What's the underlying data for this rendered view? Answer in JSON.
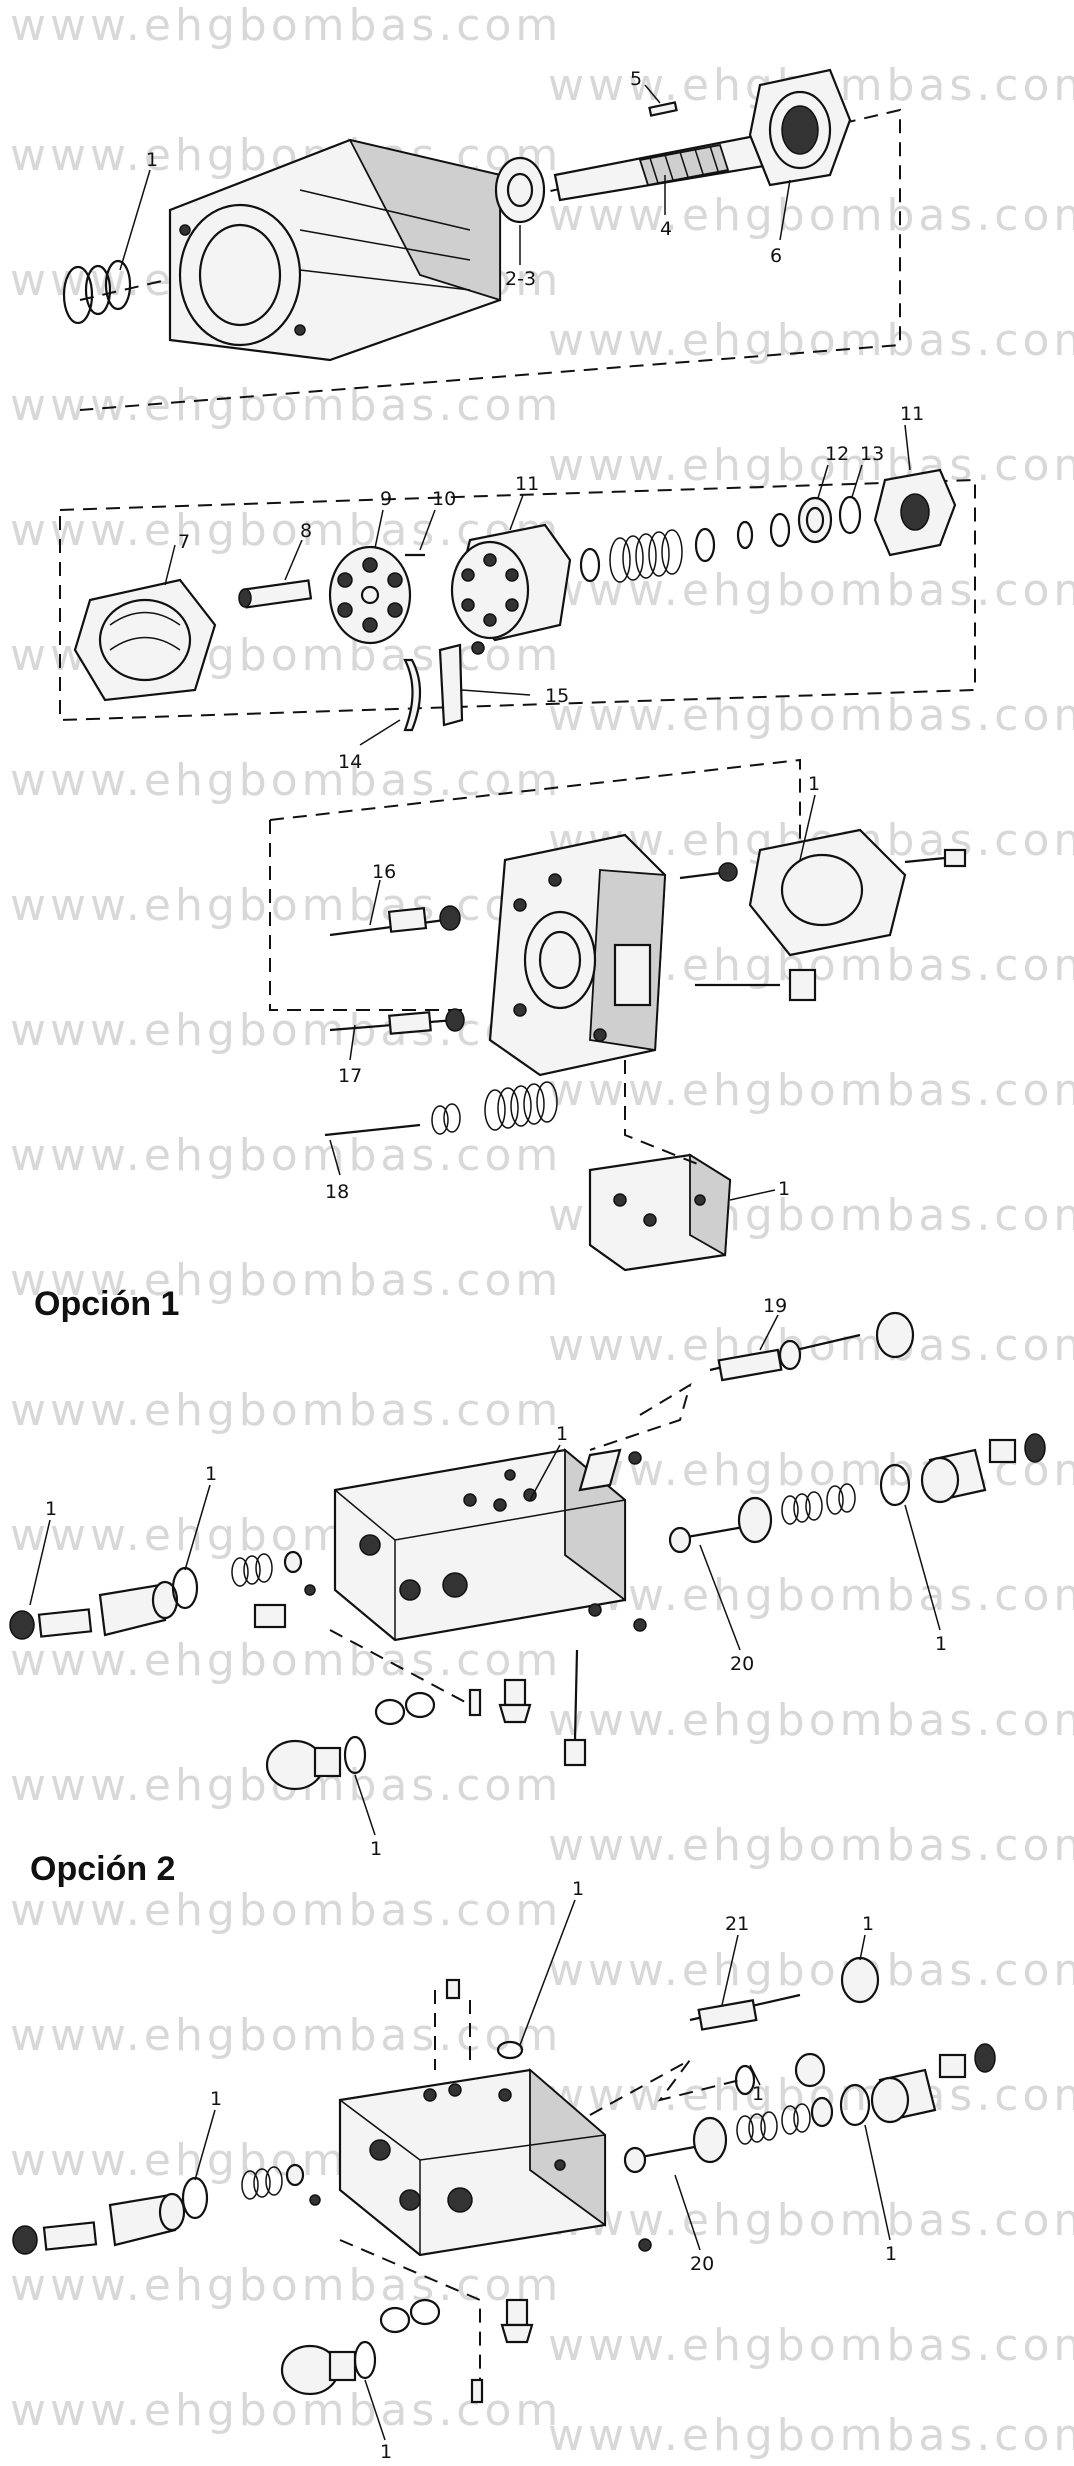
{
  "watermark": "www.ehgbombas.com",
  "sections": {
    "option1_title": "Opción 1",
    "option2_title": "Opción 2"
  },
  "callouts": {
    "c1": "1",
    "c2_3": "2-3",
    "c4": "4",
    "c5": "5",
    "c6": "6",
    "c7": "7",
    "c8": "8",
    "c9": "9",
    "c10": "10",
    "c11": "11",
    "c12": "12",
    "c13": "13",
    "c14": "14",
    "c15": "15",
    "c16": "16",
    "c17": "17",
    "c18": "18",
    "c19": "19",
    "c20": "20",
    "c21": "21"
  }
}
